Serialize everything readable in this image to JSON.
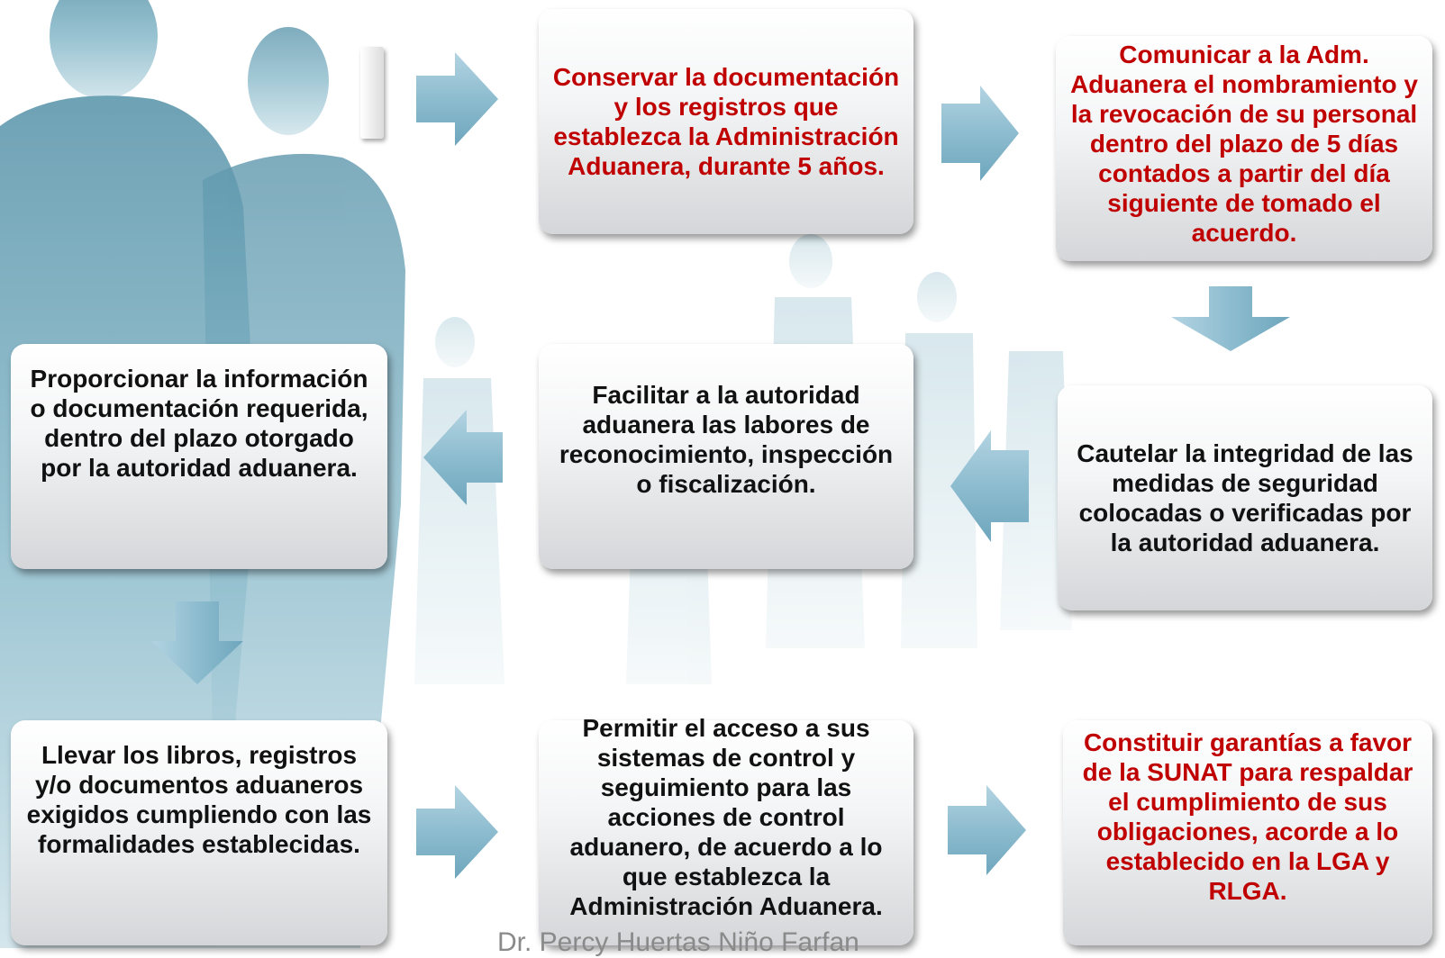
{
  "boxes": {
    "b1": "Conservar la documentación y los registros que establezca la Administración Aduanera, durante 5 años.",
    "b2": "Comunicar a la Adm. Aduanera el nombramiento y la revocación de su personal dentro del plazo de 5 días contados a partir del día siguiente de tomado el acuerdo.",
    "b3": "Cautelar la integridad de las medidas de seguridad colocadas o verificadas por la autoridad aduanera.",
    "b4": "Facilitar a la autoridad aduanera las labores de reconocimiento, inspección o fiscalización.",
    "b5": "Proporcionar la información o documentación requerida, dentro del plazo otorgado por la autoridad aduanera.",
    "b6": "Llevar los libros, registros y/o documentos aduaneros exigidos cumpliendo con las formalidades establecidas.",
    "b7": "Permitir el acceso a sus sistemas de control y seguimiento para las acciones de control aduanero, de acuerdo a lo que establezca la Administración Aduanera.",
    "b8": "Constituir garantías a favor de la SUNAT para respaldar el cumplimiento de sus obligaciones, acorde a lo establecido en la LGA y RLGA."
  },
  "footer": "Dr. Percy Huertas Niño Farfan",
  "colors": {
    "red_text": "#c00000",
    "black_text": "#111111",
    "arrow": "#8fb9cc"
  },
  "icons": {
    "arrow_right": "arrow-right-icon",
    "arrow_left": "arrow-left-icon",
    "arrow_down": "arrow-down-icon"
  }
}
